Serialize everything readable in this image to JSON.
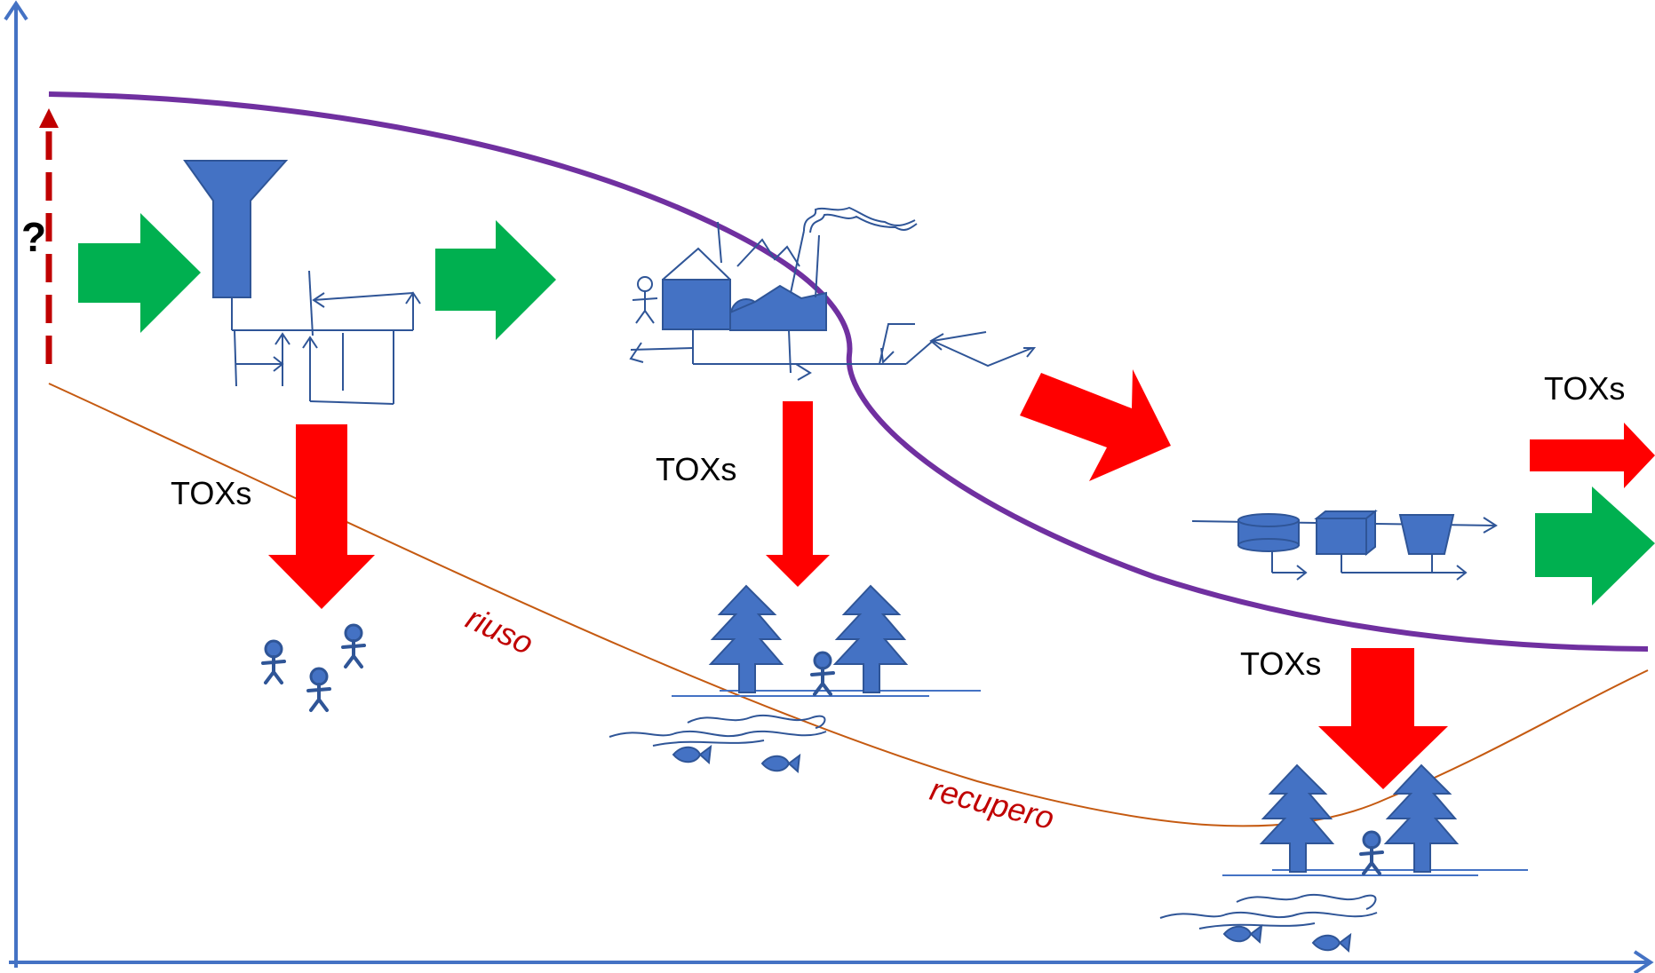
{
  "labels": {
    "question": "?",
    "tox_1": "TOXs",
    "tox_2": "TOXs",
    "tox_3": "TOXs",
    "tox_4": "TOXs",
    "reuse": "riuso",
    "recovery": "recupero"
  },
  "colors": {
    "axis": "#4472c4",
    "upper_curve": "#7030a0",
    "lower_curve": "#c55a11",
    "green_arrow": "#00b050",
    "red_arrow": "#ff0000",
    "dashed_arrow": "#c00000",
    "icon_blue": "#4472c4",
    "label_red": "#c00000"
  }
}
